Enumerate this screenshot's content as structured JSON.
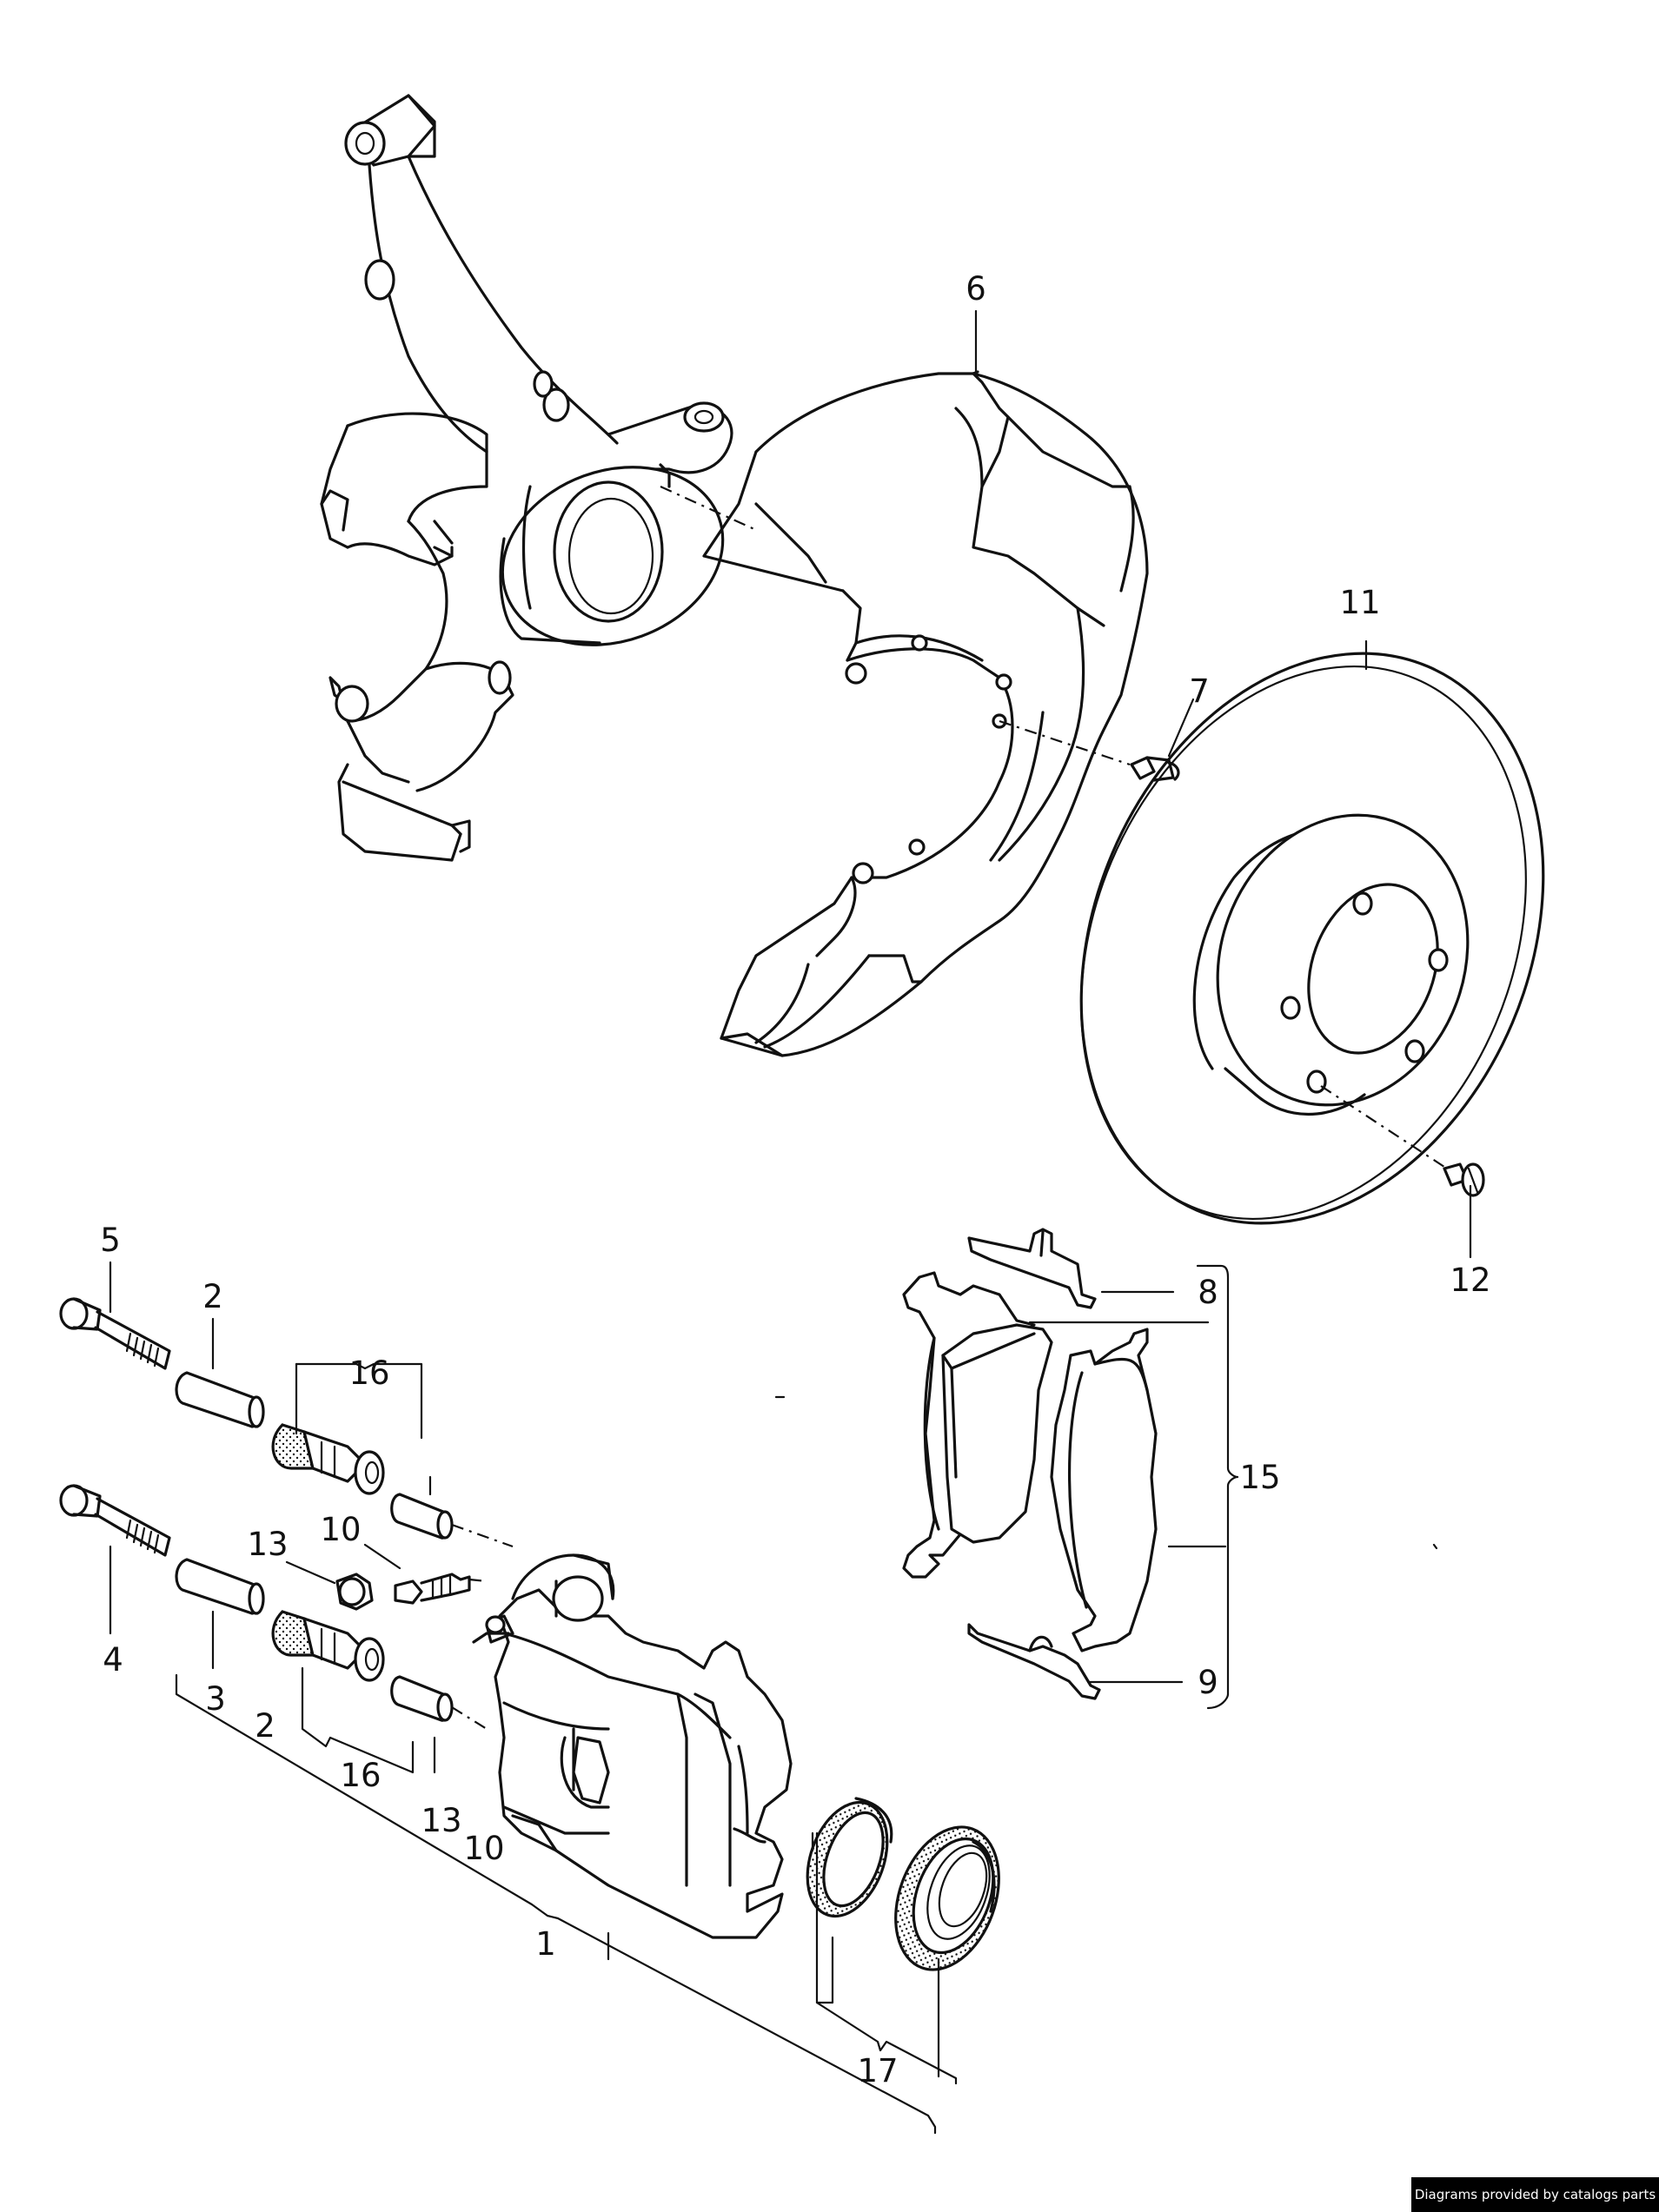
{
  "diagram": {
    "callouts": [
      "1",
      "2",
      "3",
      "4",
      "5",
      "6",
      "7",
      "8",
      "9",
      "10",
      "11",
      "12",
      "13",
      "15",
      "16",
      "17"
    ],
    "credit": "Diagrams provided by catalogs parts"
  },
  "labels": {
    "c6": "6",
    "c11": "11",
    "c7": "7",
    "c12": "12",
    "c8": "8",
    "c9": "9",
    "c15": "15",
    "c5": "5",
    "c2a": "2",
    "c16a": "16",
    "c13a": "13",
    "c10a": "10",
    "c4": "4",
    "c3": "3",
    "c2b": "2",
    "c16b": "16",
    "c13b": "13",
    "c10b": "10",
    "c1": "1",
    "c17": "17"
  }
}
